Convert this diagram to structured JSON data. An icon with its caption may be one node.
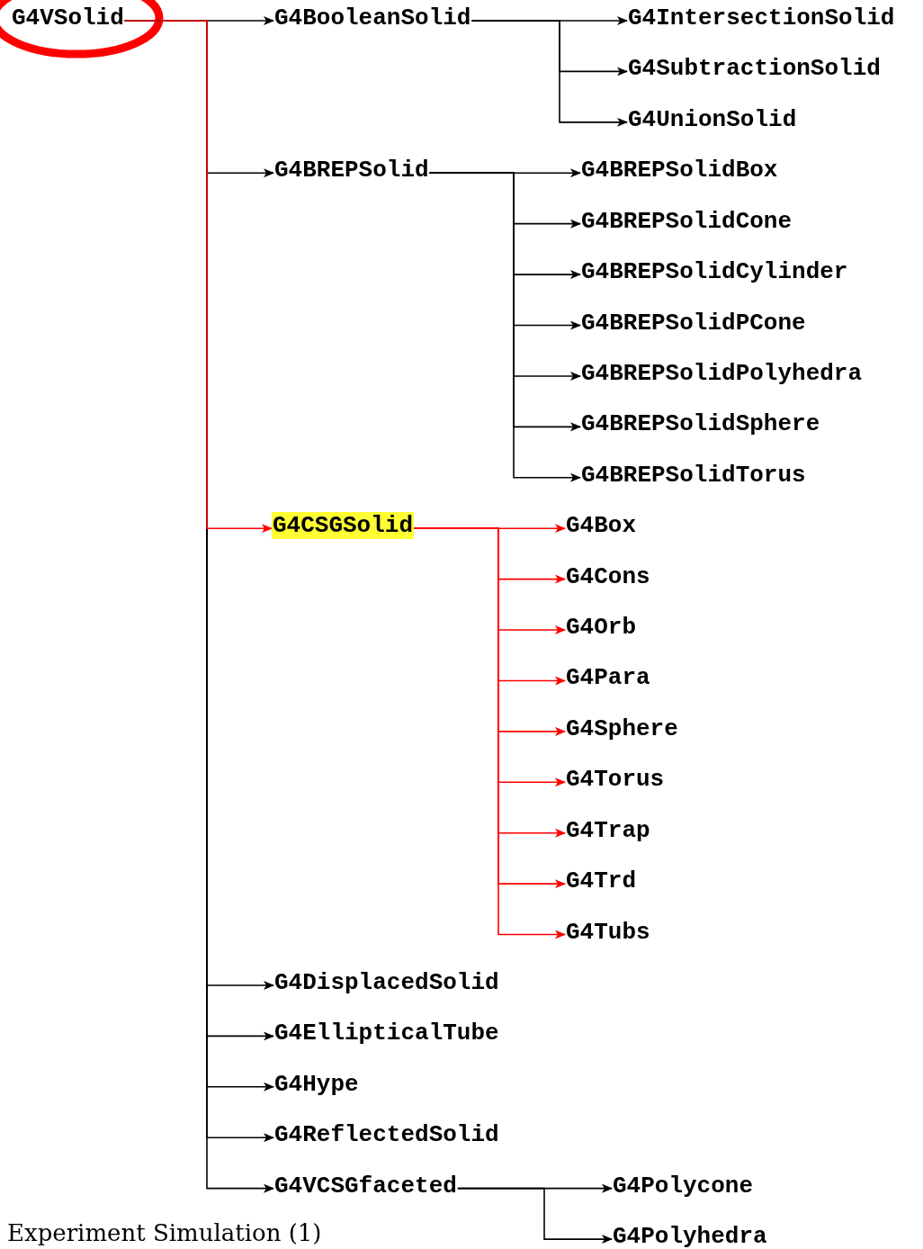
{
  "diagram": {
    "nodes": [
      {
        "text": [
          "G4VSolid"
        ]
      },
      {
        "text": [
          "G4BooleanSolid"
        ]
      },
      {
        "text": [
          "G4IntersectionSolid"
        ]
      },
      {
        "text": [
          "G4SubtractionSolid"
        ]
      },
      {
        "text": [
          "G4UnionSolid"
        ]
      },
      {
        "text": [
          "G4BREPSolid"
        ]
      },
      {
        "text": [
          "G4BREPSolidBox"
        ]
      },
      {
        "text": [
          "G4BREPSolidCone"
        ]
      },
      {
        "text": [
          "G4BREPSolidCylinder"
        ]
      },
      {
        "text": [
          "G4BREPSolidPCone"
        ]
      },
      {
        "text": [
          "G4BREPSolidPolyhedra"
        ]
      },
      {
        "text": [
          "G4BREPSolidSphere"
        ]
      },
      {
        "text": [
          "G4BREPSolidTorus"
        ]
      },
      {
        "text": [
          "G4CSGSolid"
        ]
      },
      {
        "text": [
          "G4Box"
        ]
      },
      {
        "text": [
          "G4Cons"
        ]
      },
      {
        "text": [
          "G4Orb"
        ]
      },
      {
        "text": [
          "G4Para"
        ]
      },
      {
        "text": [
          "G4Sphere"
        ]
      },
      {
        "text": [
          "G4Torus"
        ]
      },
      {
        "text": [
          "G4Trap"
        ]
      },
      {
        "text": [
          "G4Trd"
        ]
      },
      {
        "text": [
          "G4Tubs"
        ]
      },
      {
        "text": [
          "G4DisplacedSolid"
        ]
      },
      {
        "text": [
          "G4EllipticalTube"
        ]
      },
      {
        "text": [
          "G4Hype"
        ]
      },
      {
        "text": [
          "G4ReflectedSolid"
        ]
      },
      {
        "text": [
          "G4VCSGfaceted"
        ]
      },
      {
        "text": [
          "G4Polycone"
        ]
      },
      {
        "text": [
          "G4Polyhedra"
        ]
      }
    ],
    "edges": [
      {
        "from": 0,
        "to": 1,
        "arrow": "to"
      },
      {
        "from": 1,
        "to": 2,
        "arrow": "to"
      },
      {
        "from": 1,
        "to": 3,
        "arrow": "to"
      },
      {
        "from": 1,
        "to": 4,
        "arrow": "to"
      },
      {
        "from": 0,
        "to": 5,
        "arrow": "to"
      },
      {
        "from": 5,
        "to": 6,
        "arrow": "to"
      },
      {
        "from": 5,
        "to": 7,
        "arrow": "to"
      },
      {
        "from": 5,
        "to": 8,
        "arrow": "to"
      },
      {
        "from": 5,
        "to": 9,
        "arrow": "to"
      },
      {
        "from": 5,
        "to": 10,
        "arrow": "to"
      },
      {
        "from": 5,
        "to": 11,
        "arrow": "to"
      },
      {
        "from": 5,
        "to": 12,
        "arrow": "to"
      },
      {
        "from": 0,
        "to": 13,
        "arrow": "to",
        "color": "#ff0000"
      },
      {
        "from": 13,
        "to": 14,
        "arrow": "to",
        "color": "#ff0000"
      },
      {
        "from": 13,
        "to": 15,
        "arrow": "to",
        "color": "#ff0000"
      },
      {
        "from": 13,
        "to": 16,
        "arrow": "to",
        "color": "#ff0000"
      },
      {
        "from": 13,
        "to": 17,
        "arrow": "to",
        "color": "#ff0000"
      },
      {
        "from": 13,
        "to": 18,
        "arrow": "to",
        "color": "#ff0000"
      },
      {
        "from": 13,
        "to": 19,
        "arrow": "to",
        "color": "#ff0000"
      },
      {
        "from": 13,
        "to": 20,
        "arrow": "to",
        "color": "#ff0000"
      },
      {
        "from": 13,
        "to": 21,
        "arrow": "to",
        "color": "#ff0000"
      },
      {
        "from": 13,
        "to": 22,
        "arrow": "to",
        "color": "#ff0000"
      },
      {
        "from": 0,
        "to": 23,
        "arrow": "to"
      },
      {
        "from": 0,
        "to": 24,
        "arrow": "to"
      },
      {
        "from": 0,
        "to": 25,
        "arrow": "to"
      },
      {
        "from": 0,
        "to": 26,
        "arrow": "to"
      },
      {
        "from": 0,
        "to": 27,
        "arrow": "to"
      },
      {
        "from": 27,
        "to": 28,
        "arrow": "to"
      },
      {
        "from": 27,
        "to": 29,
        "arrow": "to"
      }
    ],
    "labels": [
      "Experiment Simulation (1)"
    ]
  }
}
